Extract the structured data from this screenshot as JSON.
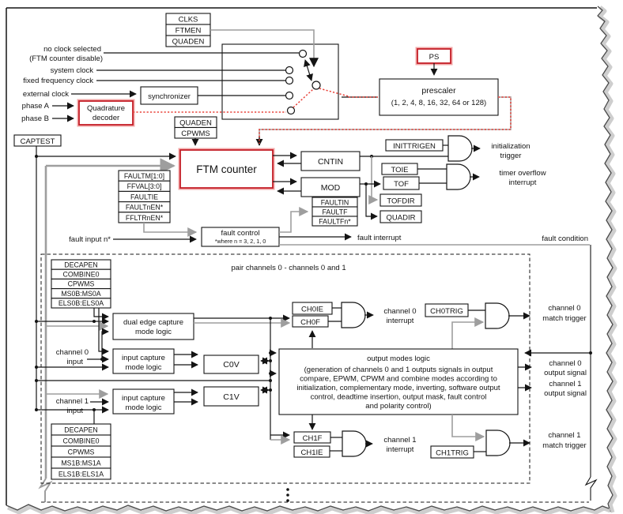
{
  "colors": {
    "highlight_border": "#c41e27",
    "highlight_glow": "#f2a7a7",
    "highlight_dotted": "#e8453c",
    "wire_gray": "#9e9e9e"
  },
  "clock": {
    "regs": [
      "CLKS",
      "FTMEN",
      "QUADEN"
    ],
    "no_clock_1": "no clock selected",
    "no_clock_2": "(FTM counter disable)",
    "system_clock": "system clock",
    "fixed_frequency_clock": "fixed frequency clock",
    "external_clock": "external clock",
    "phase_a": "phase A",
    "phase_b": "phase B",
    "synchronizer": "synchronizer",
    "quad_decoder_1": "Quadrature",
    "quad_decoder_2": "decoder",
    "ps": "PS",
    "prescaler_1": "prescaler",
    "prescaler_2": "(1, 2, 4, 8, 16, 32, 64 or 128)"
  },
  "counter": {
    "quaden_cpwms": [
      "QUADEN",
      "CPWMS"
    ],
    "ftm_counter": "FTM counter",
    "captest": "CAPTEST",
    "cntin": "CNTIN",
    "mod": "MOD",
    "inittrigen": "INITTRIGEN",
    "toie": "TOIE",
    "tof": "TOF",
    "tofdir": "TOFDIR",
    "quadir": "QUADIR",
    "init_trigger_1": "initialization",
    "init_trigger_2": "trigger",
    "overflow_1": "timer overflow",
    "overflow_2": "interrupt"
  },
  "fault": {
    "regs": [
      "FAULTM[1:0]",
      "FFVAL[3:0]",
      "FAULTIE",
      "FAULTnEN*",
      "FFLTRnEN*"
    ],
    "flags": [
      "FAULTIN",
      "FAULTF",
      "FAULTFn*"
    ],
    "input_label": "fault input n*",
    "control_1": "fault control",
    "control_2": "*where n = 3, 2, 1, 0",
    "interrupt": "fault interrupt",
    "condition": "fault condition"
  },
  "channels": {
    "pair_title": "pair channels 0 - channels 0 and 1",
    "ch0_config": [
      "DECAPEN",
      "COMBINE0",
      "CPWMS",
      "MS0B:MS0A",
      "ELS0B:ELS0A"
    ],
    "ch1_config": [
      "DECAPEN",
      "COMBINE0",
      "CPWMS",
      "MS1B:MS1A",
      "ELS1B:ELS1A"
    ],
    "dual_edge_1": "dual edge capture",
    "dual_edge_2": "mode logic",
    "input_capture_1": "input capture",
    "input_capture_2": "mode logic",
    "c0v": "C0V",
    "c1v": "C1V",
    "ch0ie": "CH0IE",
    "ch0f": "CH0F",
    "ch1f": "CH1F",
    "ch1ie": "CH1IE",
    "ch0trig": "CH0TRIG",
    "ch1trig": "CH1TRIG",
    "ch0_input_1": "channel 0",
    "ch0_input_2": "input",
    "ch1_input_1": "channel 1",
    "ch1_input_2": "input",
    "ch0_interrupt_1": "channel 0",
    "ch0_interrupt_2": "interrupt",
    "ch1_interrupt_1": "channel 1",
    "ch1_interrupt_2": "interrupt",
    "ch0_match_1": "channel 0",
    "ch0_match_2": "match trigger",
    "ch1_match_1": "channel 1",
    "ch1_match_2": "match trigger",
    "ch0_out_1": "channel 0",
    "ch0_out_2": "output signal",
    "ch1_out_1": "channel 1",
    "ch1_out_2": "output signal",
    "output_modes_title": "output modes logic",
    "output_modes_lines": [
      "(generation of channels 0 and 1 outputs signals in output",
      "compare, EPWM, CPWM and combine modes according to",
      "initialization, complementary mode, inverting, software output",
      "control, deadtime insertion, output mask, fault control",
      "and polarity control)"
    ]
  }
}
